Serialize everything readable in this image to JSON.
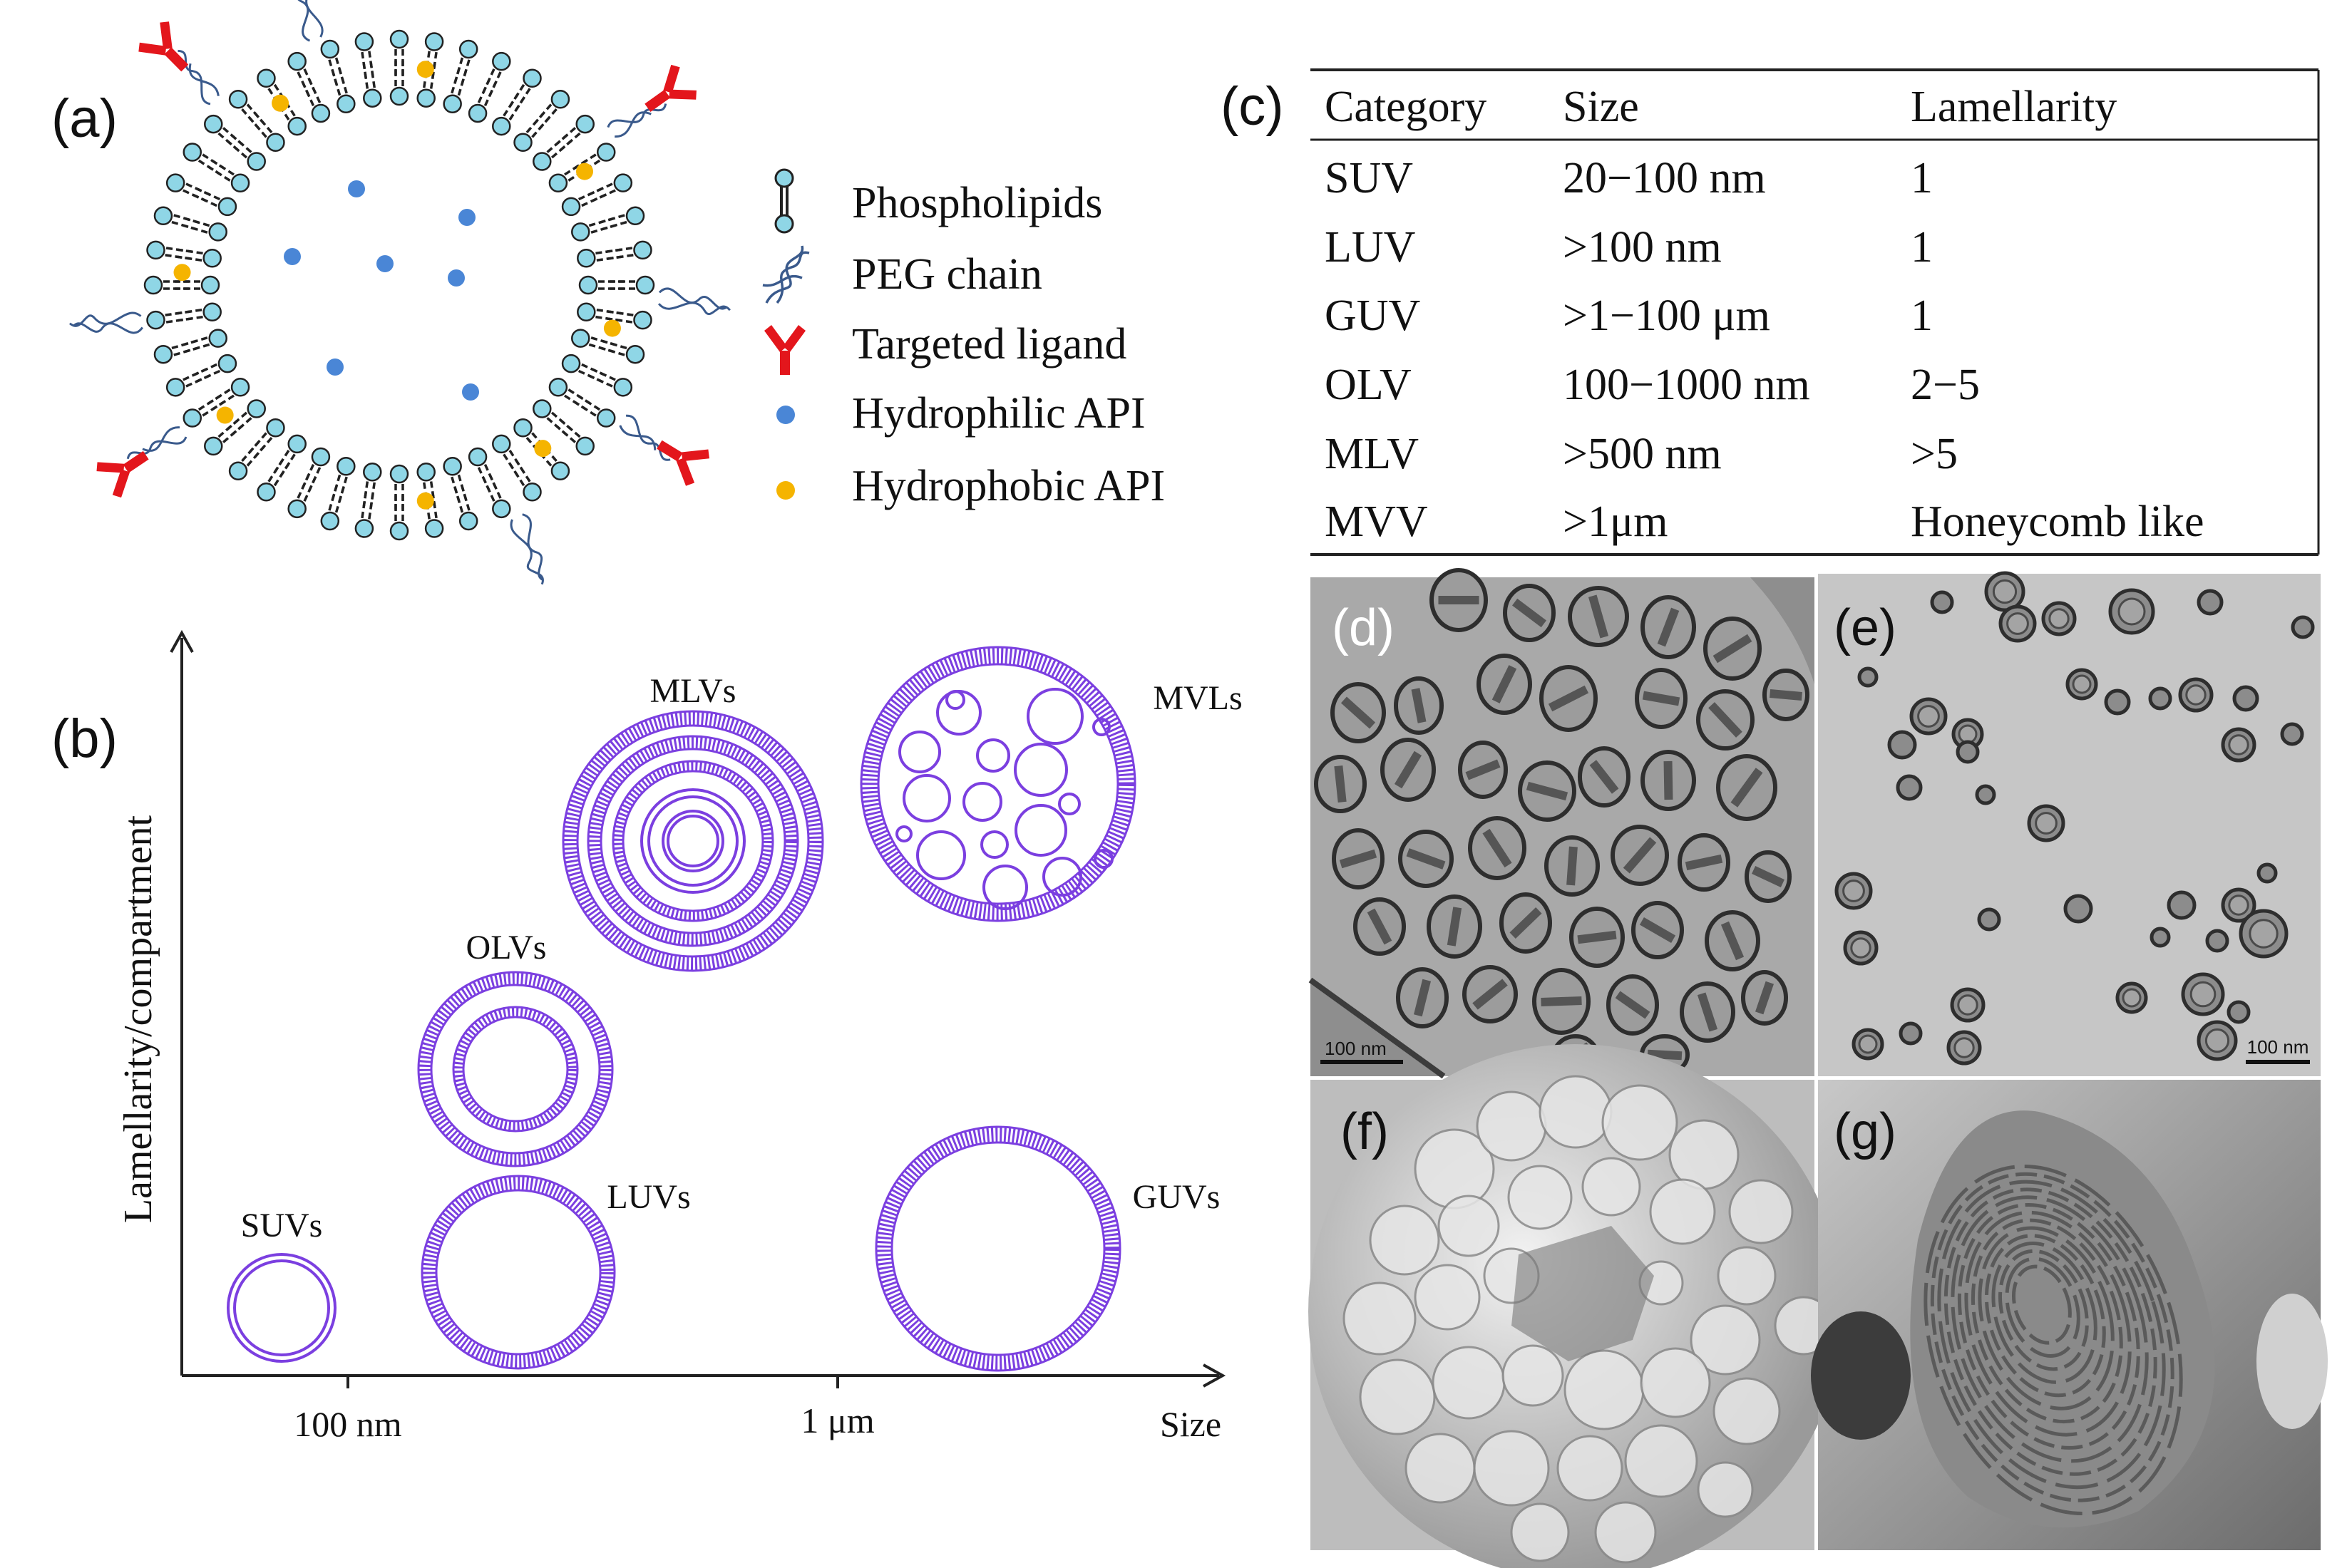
{
  "panels": {
    "a": "(a)",
    "b": "(b)",
    "c": "(c)",
    "d": "(d)",
    "e": "(e)",
    "f": "(f)",
    "g": "(g)"
  },
  "legend": [
    {
      "label": "Phospholipids",
      "icon": "phospholipid-icon"
    },
    {
      "label": "PEG chain",
      "icon": "peg-chain-icon"
    },
    {
      "label": "Targeted ligand",
      "icon": "ligand-icon"
    },
    {
      "label": "Hydrophilic API",
      "icon": "hydrophilic-dot-icon",
      "color": "#4a86d6"
    },
    {
      "label": "Hydrophobic API",
      "icon": "hydrophobic-dot-icon",
      "color": "#f5b400"
    }
  ],
  "colors": {
    "headgroup": "#8fd6e6",
    "vesicle": "#7b3fe0",
    "ligand": "#e3161c",
    "peg": "#3a5a8c"
  },
  "diagram_b": {
    "y_axis_label": "Lamellarity/compartment",
    "x_axis_label": "Size",
    "x_ticks": [
      "100 nm",
      "1 μm"
    ],
    "vesicles": [
      "SUVs",
      "LUVs",
      "OLVs",
      "MLVs",
      "MVLs",
      "GUVs"
    ]
  },
  "table": {
    "headers": [
      "Category",
      "Size",
      "Lamellarity"
    ],
    "rows": [
      [
        "SUV",
        "20−100 nm",
        "1"
      ],
      [
        "LUV",
        ">100 nm",
        "1"
      ],
      [
        "GUV",
        ">1−100 μm",
        "1"
      ],
      [
        "OLV",
        "100−1000 nm",
        "2−5"
      ],
      [
        "MLV",
        ">500 nm",
        ">5"
      ],
      [
        "MVV",
        ">1μm",
        "Honeycomb like"
      ]
    ]
  },
  "scale_bars": {
    "d": "100 nm",
    "e": "100 nm"
  }
}
